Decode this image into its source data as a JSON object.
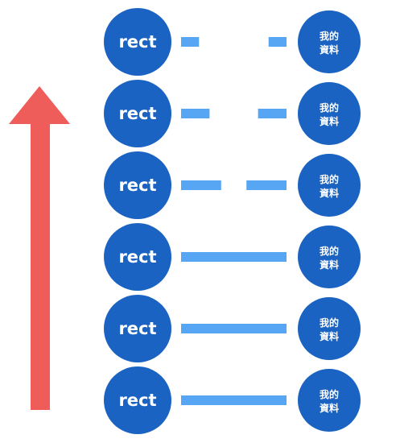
{
  "colors": {
    "circle": "#1a63c2",
    "connector": "#56a6f4",
    "arrow": "#ef5d5b",
    "text": "#ffffff"
  },
  "arrow": {
    "direction": "up"
  },
  "rows": [
    {
      "left_label": "rect",
      "right_line1": "我的",
      "right_line2": "資料",
      "connector": {
        "segments": [
          [
            0,
            0.17
          ],
          [
            0.83,
            1
          ]
        ]
      }
    },
    {
      "left_label": "rect",
      "right_line1": "我的",
      "right_line2": "資料",
      "connector": {
        "segments": [
          [
            0,
            0.27
          ],
          [
            0.73,
            1
          ]
        ]
      }
    },
    {
      "left_label": "rect",
      "right_line1": "我的",
      "right_line2": "資料",
      "connector": {
        "segments": [
          [
            0,
            0.38
          ],
          [
            0.62,
            1
          ]
        ]
      }
    },
    {
      "left_label": "rect",
      "right_line1": "我的",
      "right_line2": "資料",
      "connector": {
        "segments": [
          [
            0,
            1
          ]
        ]
      }
    },
    {
      "left_label": "rect",
      "right_line1": "我的",
      "right_line2": "資料",
      "connector": {
        "segments": [
          [
            0,
            1
          ]
        ]
      }
    },
    {
      "left_label": "rect",
      "right_line1": "我的",
      "right_line2": "資料",
      "connector": {
        "segments": [
          [
            0,
            1
          ]
        ]
      }
    }
  ]
}
